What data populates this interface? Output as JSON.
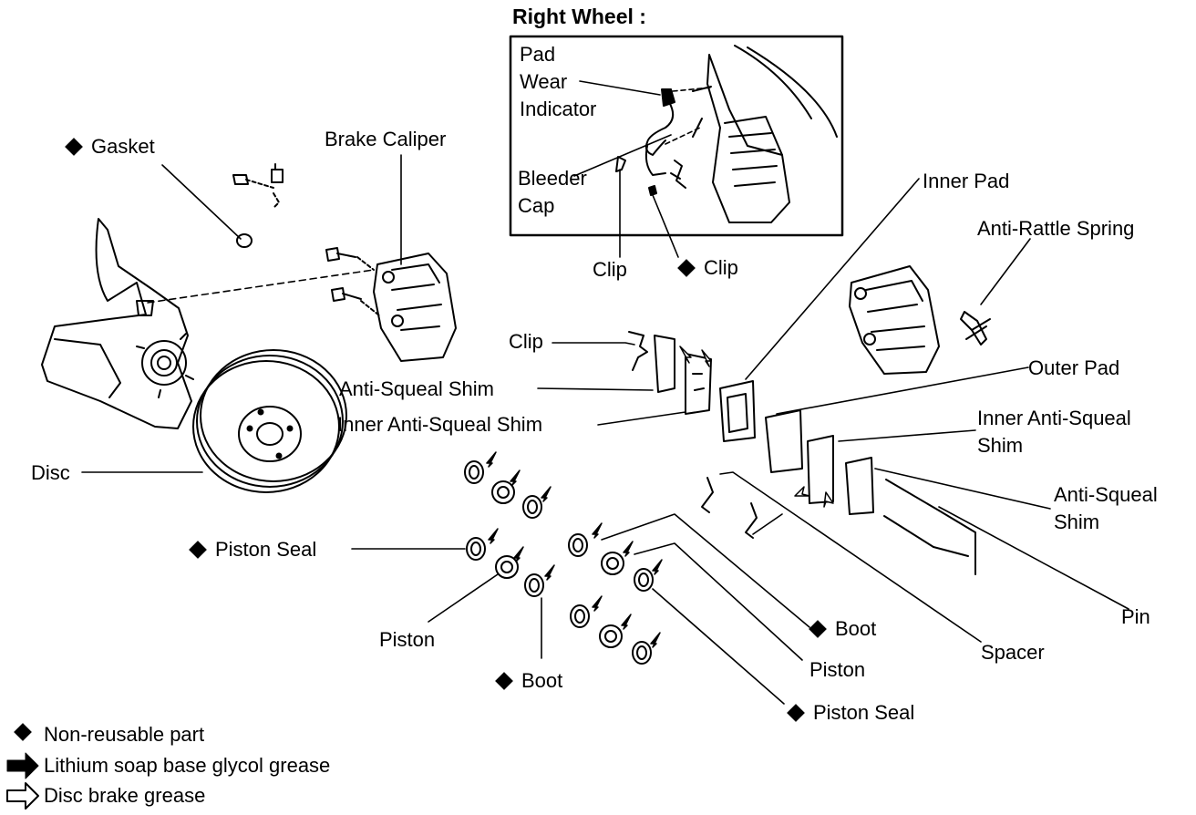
{
  "inset": {
    "title": "Right Wheel :"
  },
  "labels": {
    "gasket": "Gasket",
    "brake_caliper": "Brake Caliper",
    "pad_wear_indicator": [
      "Pad",
      "Wear",
      "Indicator"
    ],
    "bleeder_cap": [
      "Bleeder",
      "Cap"
    ],
    "clip_inset": "Clip",
    "clip_nonreusable": "Clip",
    "inner_pad": "Inner Pad",
    "anti_rattle_spring": "Anti-Rattle Spring",
    "clip_left": "Clip",
    "anti_squeal_shim_left": "Anti-Squeal Shim",
    "inner_anti_squeal_shim_left": "Inner Anti-Squeal Shim",
    "outer_pad": "Outer Pad",
    "inner_anti_squeal_shim_right": [
      "Inner Anti-Squeal",
      "Shim"
    ],
    "anti_squeal_shim_right": [
      "Anti-Squeal",
      "Shim"
    ],
    "disc": "Disc",
    "piston_seal_left": "Piston Seal",
    "piston_left": "Piston",
    "boot_left": "Boot",
    "boot_right": "Boot",
    "piston_right": "Piston",
    "piston_seal_right": "Piston Seal",
    "spacer": "Spacer",
    "pin": "Pin"
  },
  "legend": [
    {
      "icon": "solid-diamond-icon",
      "text": "Non-reusable part"
    },
    {
      "icon": "solid-arrow-icon",
      "text": "Lithium soap base glycol grease"
    },
    {
      "icon": "outline-arrow-icon",
      "text": "Disc brake grease"
    }
  ]
}
